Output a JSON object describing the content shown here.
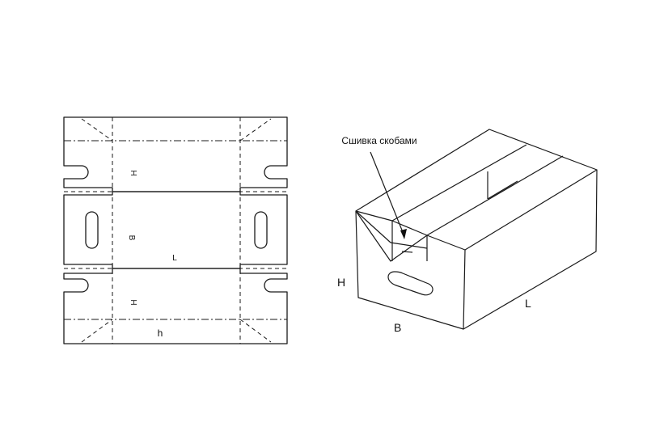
{
  "flat_layout": {
    "label_h_top": "H",
    "label_b": "B",
    "label_l": "L",
    "label_h_bottom": "H",
    "label_h_small": "h"
  },
  "box_3d": {
    "callout": "Сшивка скобами",
    "label_h": "H",
    "label_b": "B",
    "label_l": "L"
  }
}
